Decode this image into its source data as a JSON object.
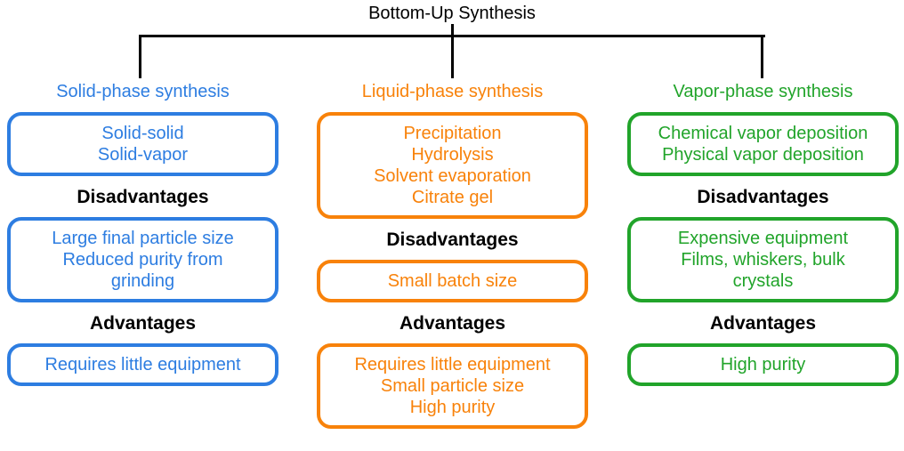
{
  "title": "Bottom-Up Synthesis",
  "colors": {
    "solid": "#2d7de1",
    "liquid": "#f8820a",
    "vapor": "#21a42a",
    "connector": "#000000",
    "section_heading": "#000000"
  },
  "section_labels": {
    "disadvantages": "Disadvantages",
    "advantages": "Advantages"
  },
  "columns": [
    {
      "heading": "Solid-phase synthesis",
      "color_key": "solid",
      "methods": [
        "Solid-solid",
        "Solid-vapor"
      ],
      "disadvantages": [
        "Large final particle size",
        "Reduced purity from grinding"
      ],
      "advantages": [
        "Requires little equipment"
      ]
    },
    {
      "heading": "Liquid-phase synthesis",
      "color_key": "liquid",
      "methods": [
        "Precipitation",
        "Hydrolysis",
        "Solvent evaporation",
        "Citrate gel"
      ],
      "disadvantages": [
        "Small batch size"
      ],
      "advantages": [
        "Requires little equipment",
        "Small particle size",
        "High purity"
      ]
    },
    {
      "heading": "Vapor-phase synthesis",
      "color_key": "vapor",
      "methods": [
        "Chemical vapor deposition",
        "Physical vapor deposition"
      ],
      "disadvantages": [
        "Expensive equipment",
        "Films, whiskers, bulk crystals"
      ],
      "advantages": [
        "High purity"
      ]
    }
  ]
}
